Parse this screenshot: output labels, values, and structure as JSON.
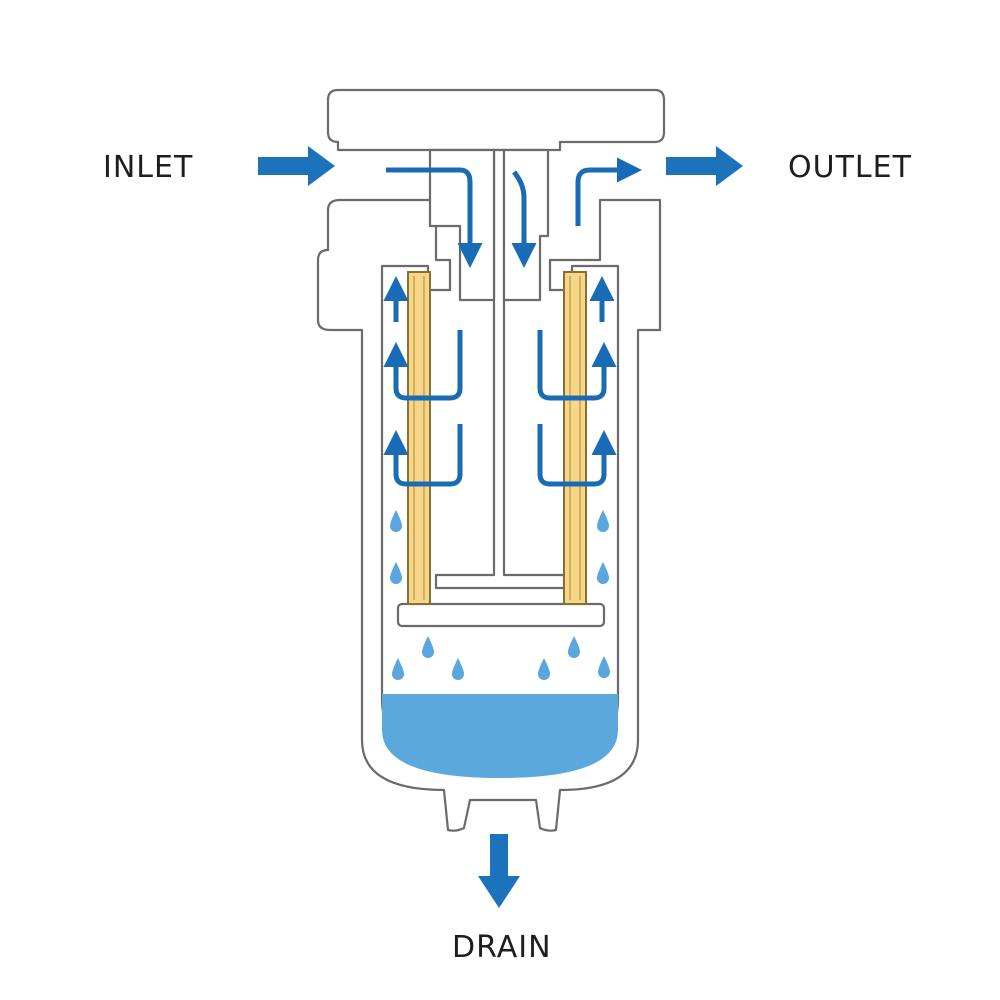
{
  "labels": {
    "inlet": "INLET",
    "outlet": "OUTLET",
    "drain": "DRAIN"
  },
  "colors": {
    "flow_arrow": "#1a6bb5",
    "water": "#5aa8dc",
    "droplet": "#5aa6de",
    "filter_element": "#f5d68a",
    "outline": "#6b6b6b"
  }
}
